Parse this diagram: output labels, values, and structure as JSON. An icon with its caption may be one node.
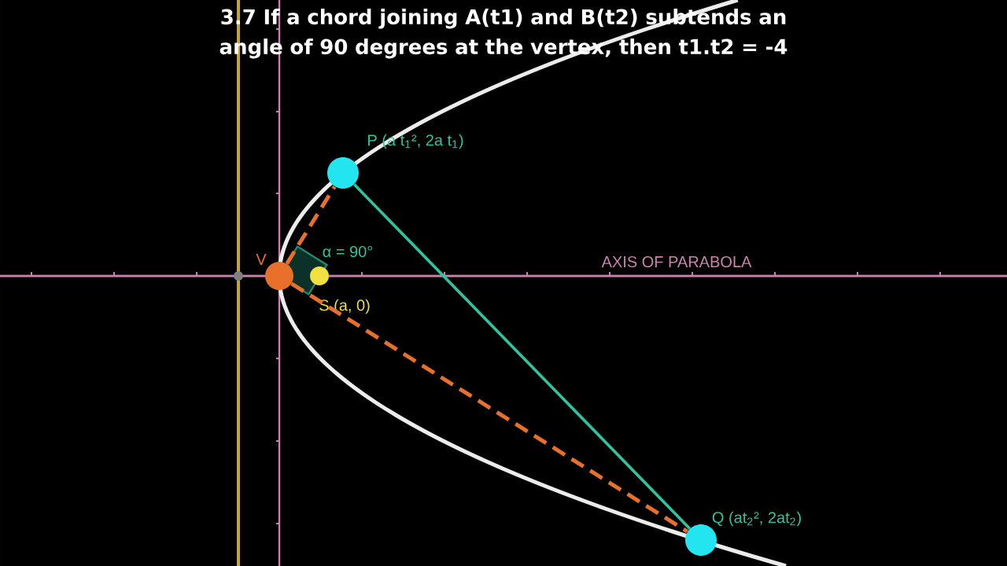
{
  "diagram": {
    "title": "3.7 If a chord joining A(t1) and B(t2) subtends an angle of 90 degrees at the vertex, then t1.t2 = -4",
    "nodes": [
      {
        "text": [
          "V"
        ]
      },
      {
        "text": [
          "P (a t$_{1}$², 2a t$_{1}$)"
        ]
      },
      {
        "text": [
          "Q (at$_{2}$², 2at$_{2}$)"
        ]
      },
      {
        "text": [
          "S (a, 0)"
        ]
      }
    ],
    "edges": [
      {
        "from": 0,
        "to": 1,
        "arrow": "none",
        "style": "dashed",
        "color": "#e8702a"
      },
      {
        "from": 0,
        "to": 2,
        "arrow": "none",
        "style": "dashed",
        "color": "#e8702a"
      },
      {
        "from": 1,
        "to": 2,
        "arrow": "none",
        "color": "#2ec4a0"
      }
    ],
    "labels": [
      "α = 90°",
      "AXIS OF PARABOLA"
    ]
  }
}
